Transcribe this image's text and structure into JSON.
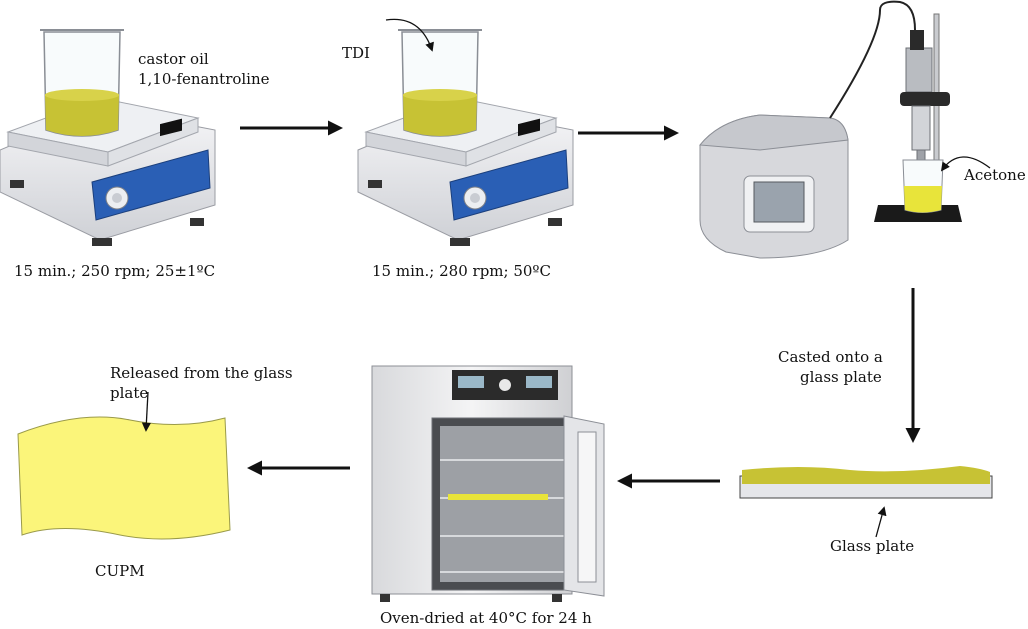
{
  "colors": {
    "liquid": "#c7c234",
    "film": "#fbf57a",
    "film_edge": "#9a9a4a",
    "glass": "#e5e6ea",
    "arrow": "#111111",
    "hotplate_panel": "#2a5fb5",
    "plate_body": "#e9eaee"
  },
  "steps": {
    "step1": {
      "reagents_line1": "castor oil",
      "reagents_line2": "1,10-fenantroline",
      "conditions": "15 min.; 250 rpm; 25±1ºC"
    },
    "step2": {
      "reagent": "TDI",
      "conditions": "15 min.; 280 rpm; 50ºC"
    },
    "step3": {
      "reagent": "Acetone"
    },
    "step4": {
      "line1": "Casted onto a",
      "line2": "glass plate",
      "plate_label": "Glass plate"
    },
    "step5": {
      "conditions": "Oven-dried at 40°C for 24 h"
    },
    "step6": {
      "line1": "Released from the glass",
      "line2": "plate",
      "product": "CUPM"
    }
  },
  "icons": [
    "magnetic-stirrer-icon",
    "magnetic-stirrer-icon",
    "ultrasonic-homogenizer-icon",
    "glass-plate-icon",
    "oven-icon",
    "membrane-film-icon"
  ]
}
